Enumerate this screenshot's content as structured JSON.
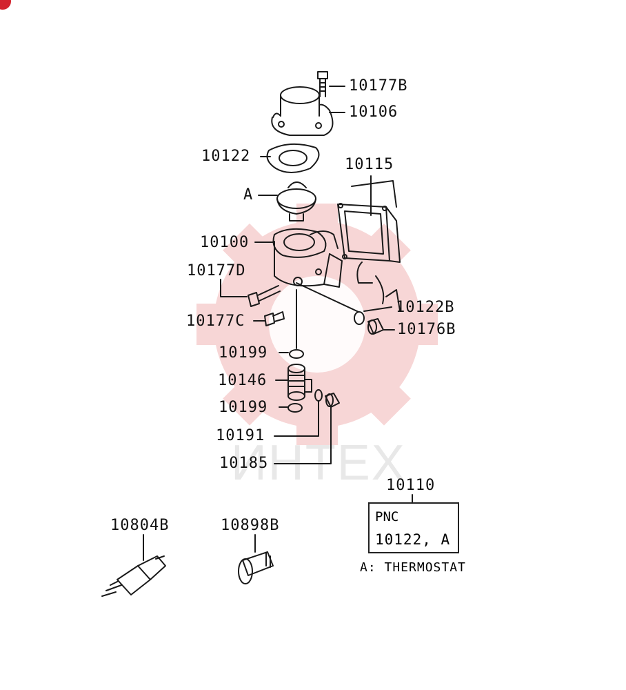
{
  "watermark": {
    "text": "ИНТЕХ"
  },
  "labels": {
    "p10177B": "10177B",
    "p10106": "10106",
    "p10122": "10122",
    "p10115": "10115",
    "pA": "A",
    "p10100": "10100",
    "p10177D": "10177D",
    "p10122B": "10122B",
    "p10177C": "10177C",
    "p10176B": "10176B",
    "p10199a": "10199",
    "p10146": "10146",
    "p10199b": "10199",
    "p10191": "10191",
    "p10185": "10185",
    "p10110": "10110",
    "p10804B": "10804B",
    "p10898B": "10898B"
  },
  "pnc_box": {
    "line1": "PNC",
    "line2": "10122, A"
  },
  "legend": {
    "note": "A: THERMOSTAT"
  },
  "colors": {
    "ink": "#111111",
    "watermark_red": "#f4c8c8",
    "badge": "#d3232e"
  }
}
